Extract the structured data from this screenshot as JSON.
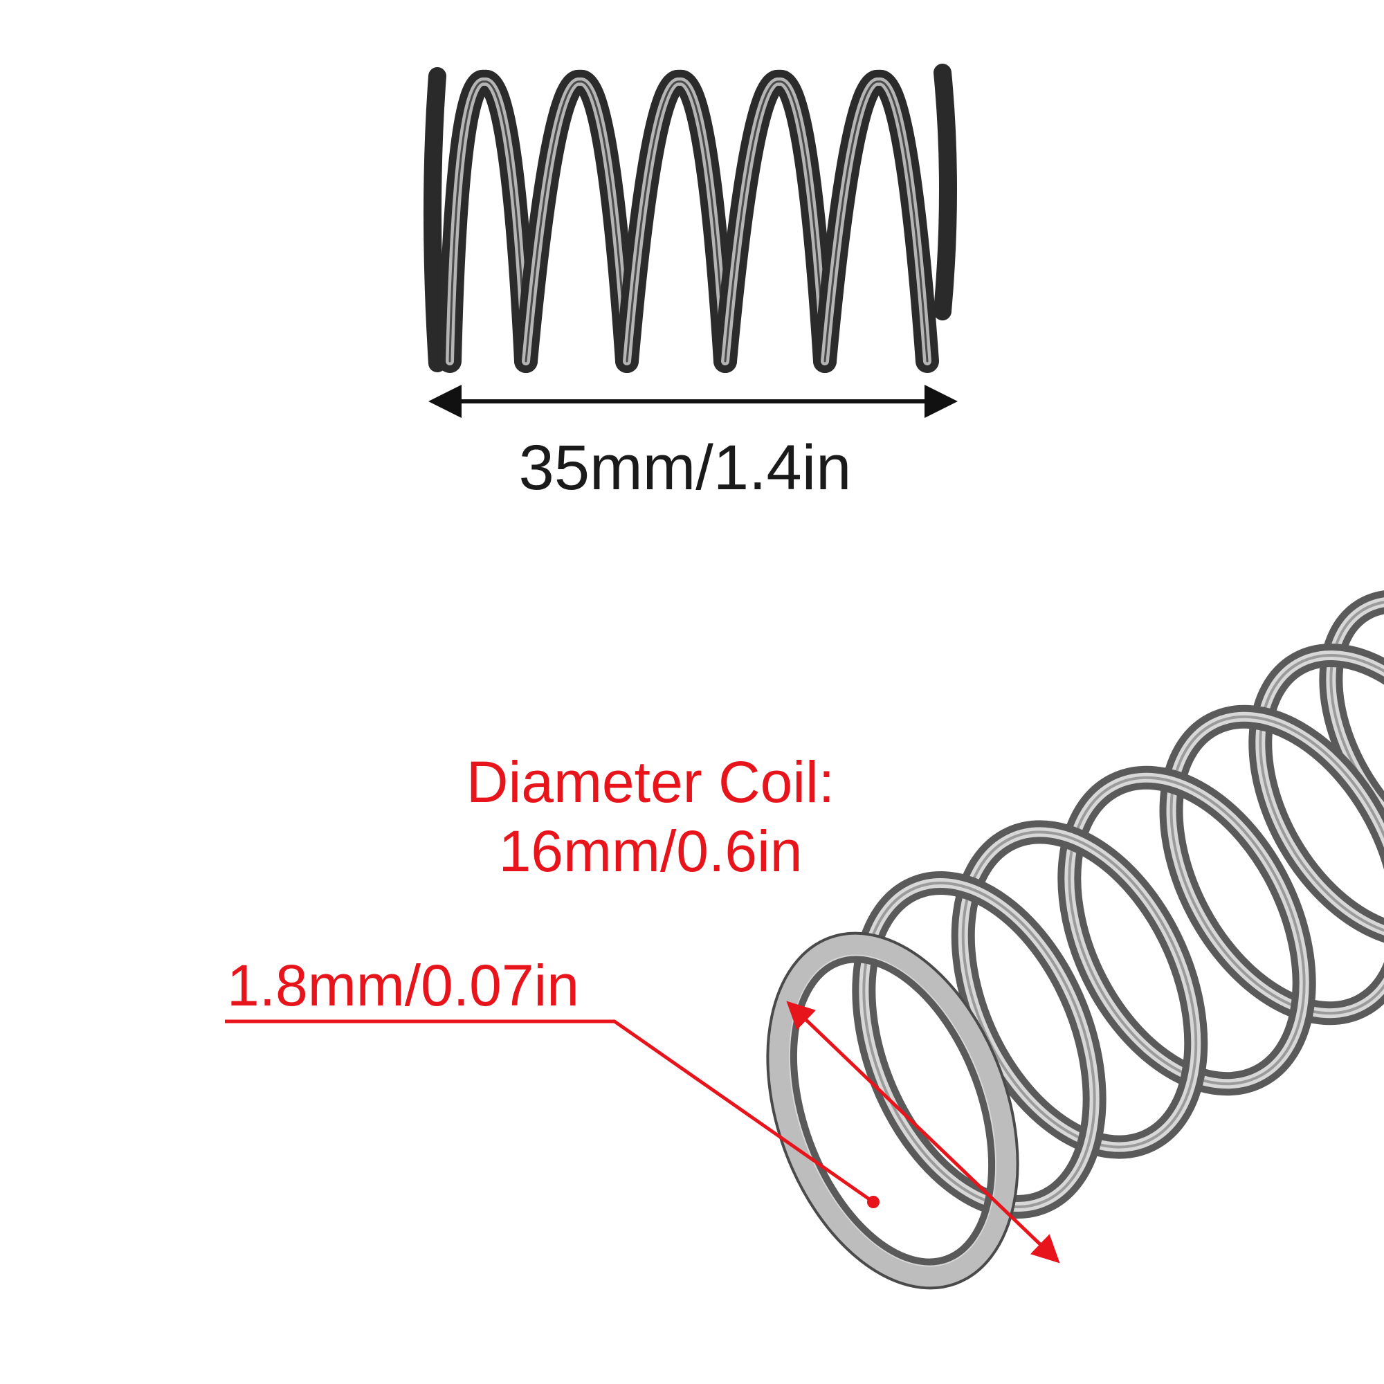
{
  "image": {
    "background_color": "#ffffff",
    "annotation_color": "#e8141b",
    "dimension_text_color": "#1a1a1a",
    "spring_metal_color": "#9b9b9b"
  },
  "spring_side_view": {
    "length_label": "35mm/1.4in"
  },
  "spring_perspective_view": {
    "coil_diameter_label_line1": "Diameter Coil:",
    "coil_diameter_label_line2": "16mm/0.6in",
    "wire_diameter_label": "1.8mm/0.07in"
  }
}
